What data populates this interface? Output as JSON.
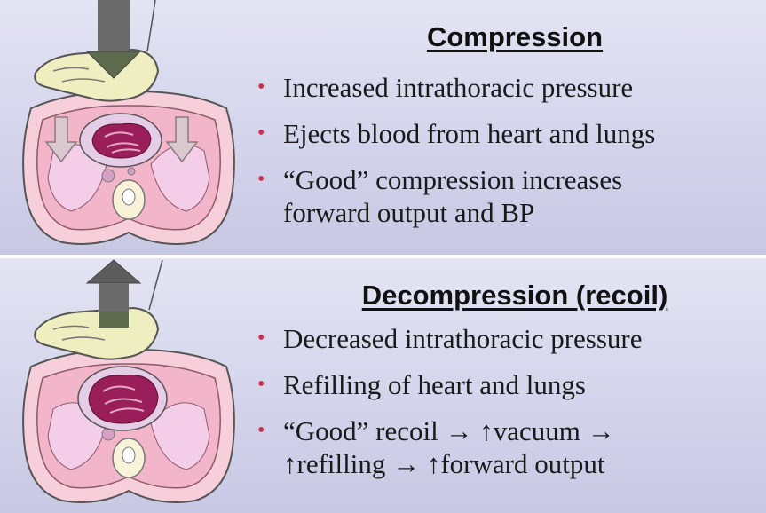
{
  "compression": {
    "heading": "Compression",
    "bullets": [
      {
        "id": "increased-pressure",
        "line1": "Increased intrathoracic pressure",
        "line2": ""
      },
      {
        "id": "ejects-blood",
        "line1": "Ejects blood from heart and lungs",
        "line2": ""
      },
      {
        "id": "good-compression",
        "line1": "“Good” compression increases",
        "line2": "forward output and BP"
      }
    ]
  },
  "decompression": {
    "heading": "Decompression (recoil)",
    "bullets": [
      {
        "id": "decreased-pressure",
        "line1": "Decreased intrathoracic pressure",
        "line2": ""
      },
      {
        "id": "refilling",
        "line1": "Refilling of heart and lungs",
        "line2": ""
      },
      {
        "id": "good-recoil",
        "line1": "“Good” recoil → ↑vacuum →",
        "line2": "↑refilling → ↑forward output"
      }
    ]
  },
  "bullet_char": "•",
  "colors": {
    "bullet": "#c8314e",
    "panel": "#d4d4ec",
    "heart": "#9a1e5a",
    "tissue_pink": "#f0b8c8",
    "hand": "#eeeec0",
    "arrow": "#6a6a6a"
  },
  "icons": [
    "hand-icon",
    "down-arrow-icon",
    "up-arrow-icon",
    "chest-cross-section-icon",
    "heart-icon"
  ]
}
